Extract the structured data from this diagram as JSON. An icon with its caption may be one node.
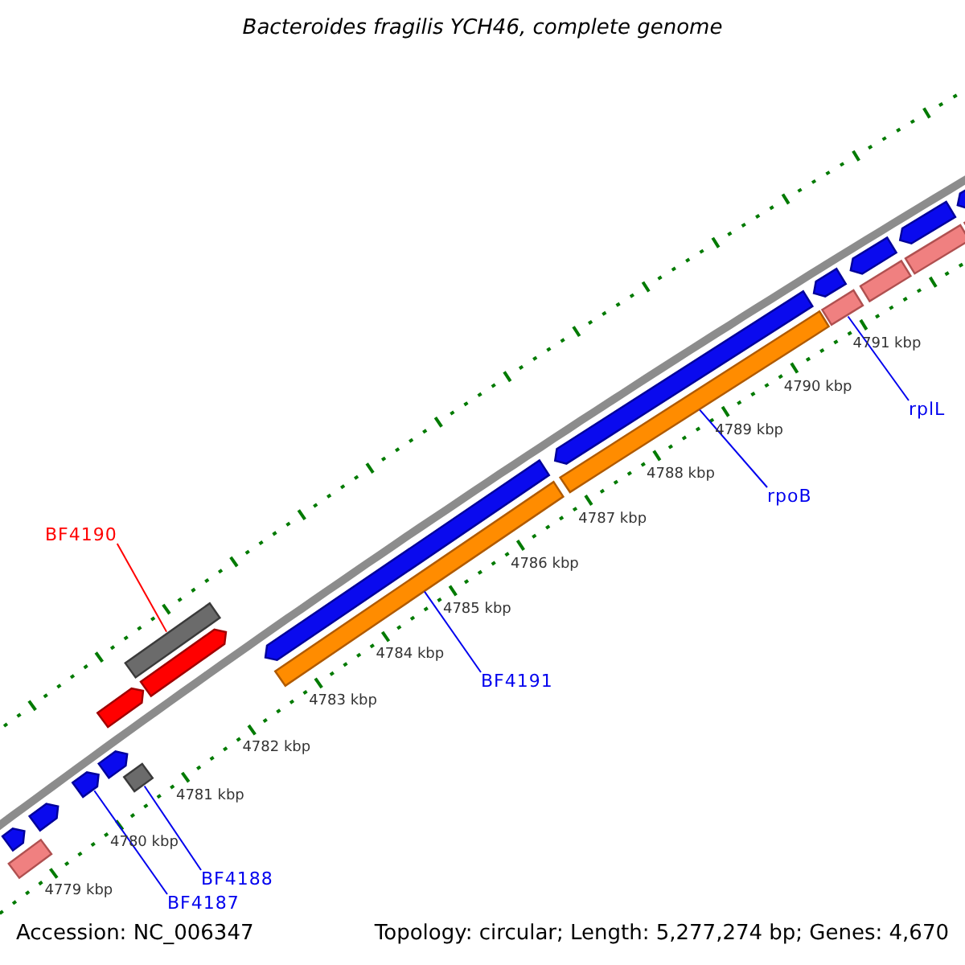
{
  "diagram": {
    "title": "Bacteroides fragilis YCH46, complete genome",
    "nodes": [
      {
        "text": [
          "rplL"
        ]
      },
      {
        "text": [
          "rpoB"
        ]
      },
      {
        "text": [
          "BF4190"
        ]
      },
      {
        "text": [
          "BF4191"
        ]
      },
      {
        "text": [
          "BF4188"
        ]
      },
      {
        "text": [
          "BF4187"
        ]
      },
      {
        "text": [],
        "shape": "bar"
      },
      {
        "text": [],
        "shape": "bar"
      },
      {
        "text": [],
        "shape": "bar"
      },
      {
        "text": [],
        "shape": "bar"
      },
      {
        "text": [],
        "shape": "bar"
      },
      {
        "text": [],
        "shape": "bar"
      },
      {
        "text": [],
        "shape": "bar"
      },
      {
        "text": [],
        "shape": "bar"
      },
      {
        "text": [],
        "shape": "bar"
      },
      {
        "text": [],
        "shape": "bar"
      },
      {
        "text": [],
        "shape": "bar"
      },
      {
        "text": [],
        "shape": "bar"
      },
      {
        "text": [],
        "shape": "bar"
      },
      {
        "text": [],
        "shape": "bar"
      },
      {
        "text": [],
        "shape": "bar"
      },
      {
        "text": [],
        "shape": "bar"
      },
      {
        "text": [],
        "shape": "bar"
      },
      {
        "text": [],
        "shape": "bar"
      },
      {
        "text": [],
        "shape": "bar"
      },
      {
        "text": [],
        "shape": "bar"
      },
      {
        "text": [],
        "shape": "bar"
      }
    ],
    "edges": [
      {
        "from": 0,
        "to": 6,
        "arrow": "none"
      },
      {
        "from": 1,
        "to": 7,
        "arrow": "none"
      },
      {
        "from": 2,
        "to": 8,
        "arrow": "none",
        "color": "#ff0000"
      },
      {
        "from": 3,
        "to": 9,
        "arrow": "none"
      },
      {
        "from": 4,
        "to": 10,
        "arrow": "none"
      },
      {
        "from": 5,
        "to": 11,
        "arrow": "none"
      }
    ],
    "labels": [
      "4779 kbp",
      "4780 kbp",
      "4781 kbp",
      "4782 kbp",
      "4783 kbp",
      "4784 kbp",
      "4785 kbp",
      "4786 kbp",
      "4787 kbp",
      "4788 kbp",
      "4789 kbp",
      "4790 kbp",
      "4791 kbp",
      "Accession: NC_006347",
      "Topology: circular; Length: 5,277,274 bp; Genes: 4,670"
    ]
  }
}
